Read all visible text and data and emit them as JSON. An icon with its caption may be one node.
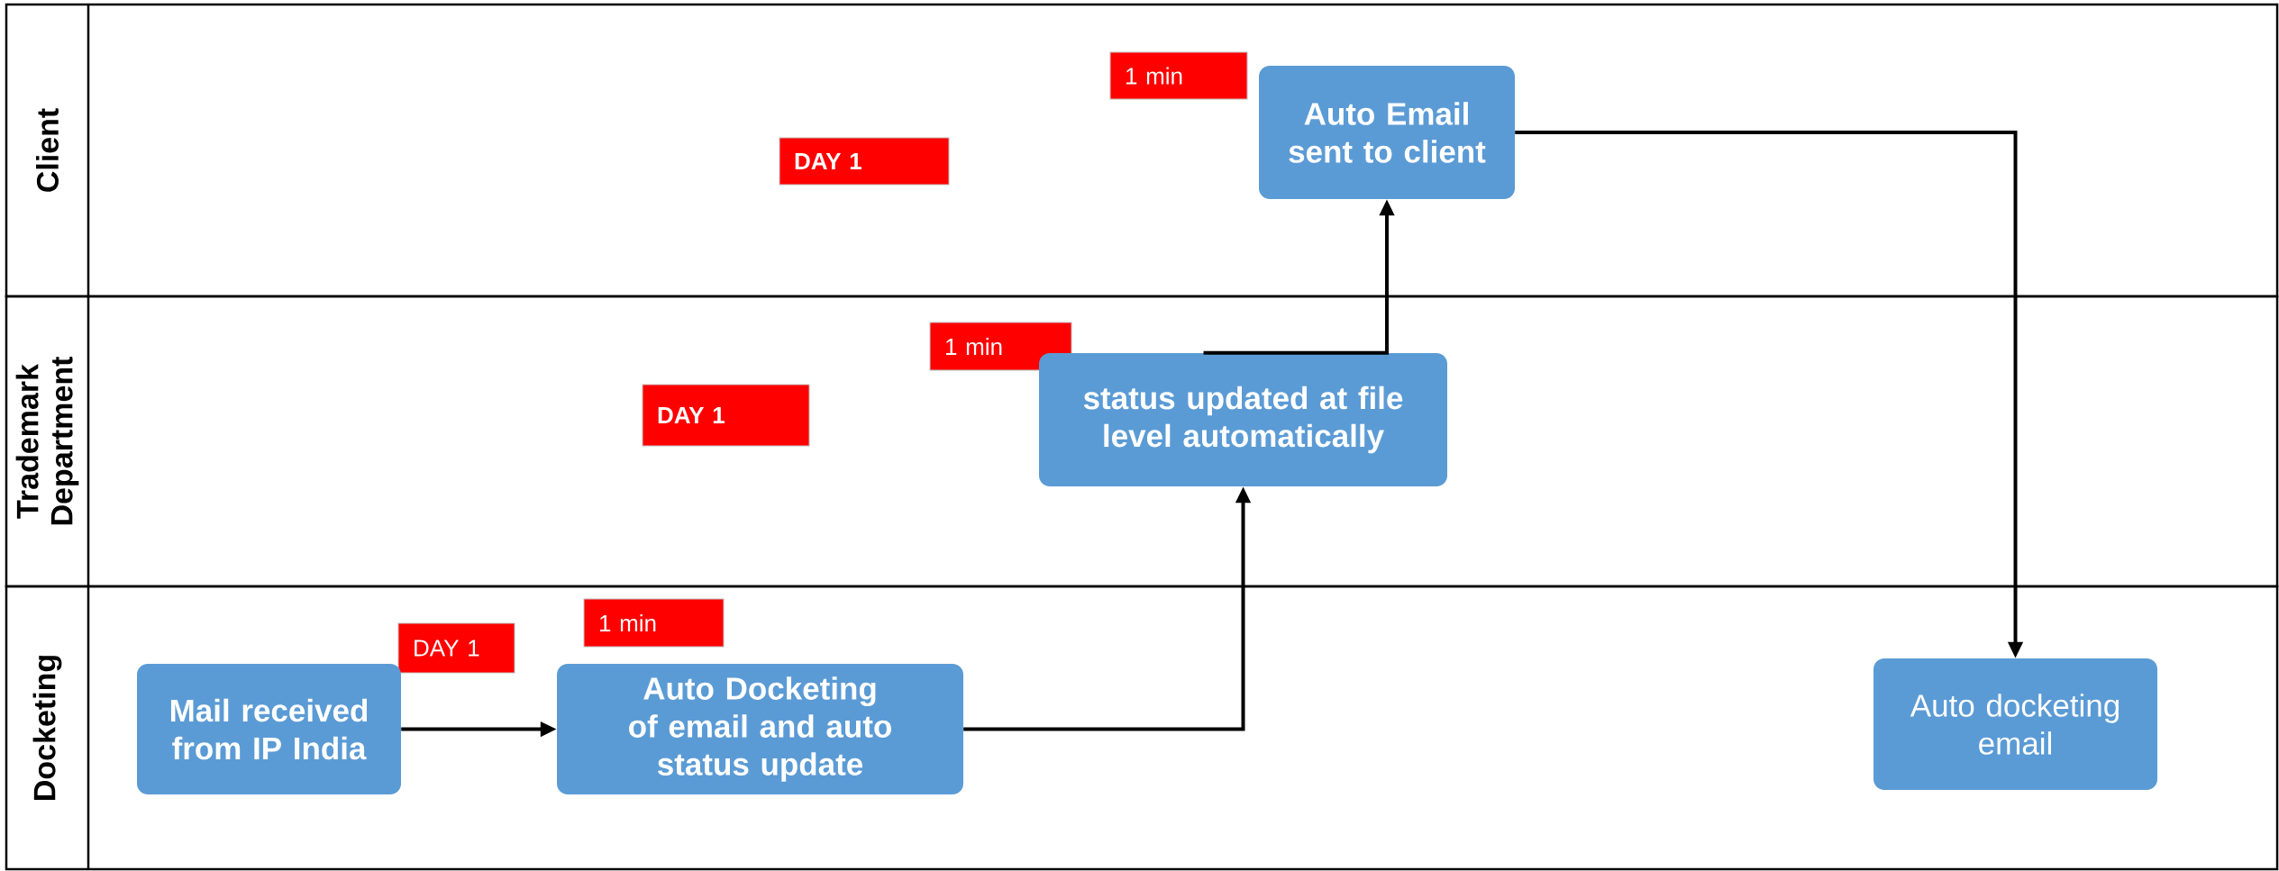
{
  "diagram": {
    "nodes": [
      {
        "text": [
          "Client"
        ]
      },
      {
        "text": [
          "1 min"
        ],
        "in": 0
      },
      {
        "text": [
          "DAY 1"
        ],
        "in": 0
      },
      {
        "text": [
          "Auto Email sent to client"
        ],
        "in": 0
      },
      {
        "text": [
          "Trademark Department"
        ]
      },
      {
        "text": [
          "1 min"
        ],
        "in": 4
      },
      {
        "text": [
          "DAY 1"
        ],
        "in": 4
      },
      {
        "text": [
          "status updated at file level automatically"
        ],
        "in": 4
      },
      {
        "text": [
          "Docketing"
        ]
      },
      {
        "text": [
          "1 min"
        ],
        "in": 8
      },
      {
        "text": [
          "DAY 1"
        ],
        "in": 8
      },
      {
        "text": [
          "Mail received from IP India"
        ],
        "in": 8
      },
      {
        "text": [
          "Auto Docketing of email and auto status update"
        ],
        "in": 8
      },
      {
        "text": [
          "Auto docketing email"
        ],
        "in": 8
      }
    ],
    "edges": [
      {
        "from": 11,
        "to": 12,
        "arrow": "to"
      },
      {
        "from": 12,
        "to": 7,
        "arrow": "to"
      },
      {
        "from": 7,
        "to": 3,
        "arrow": "to"
      },
      {
        "from": 3,
        "to": 13,
        "arrow": "to"
      }
    ]
  }
}
